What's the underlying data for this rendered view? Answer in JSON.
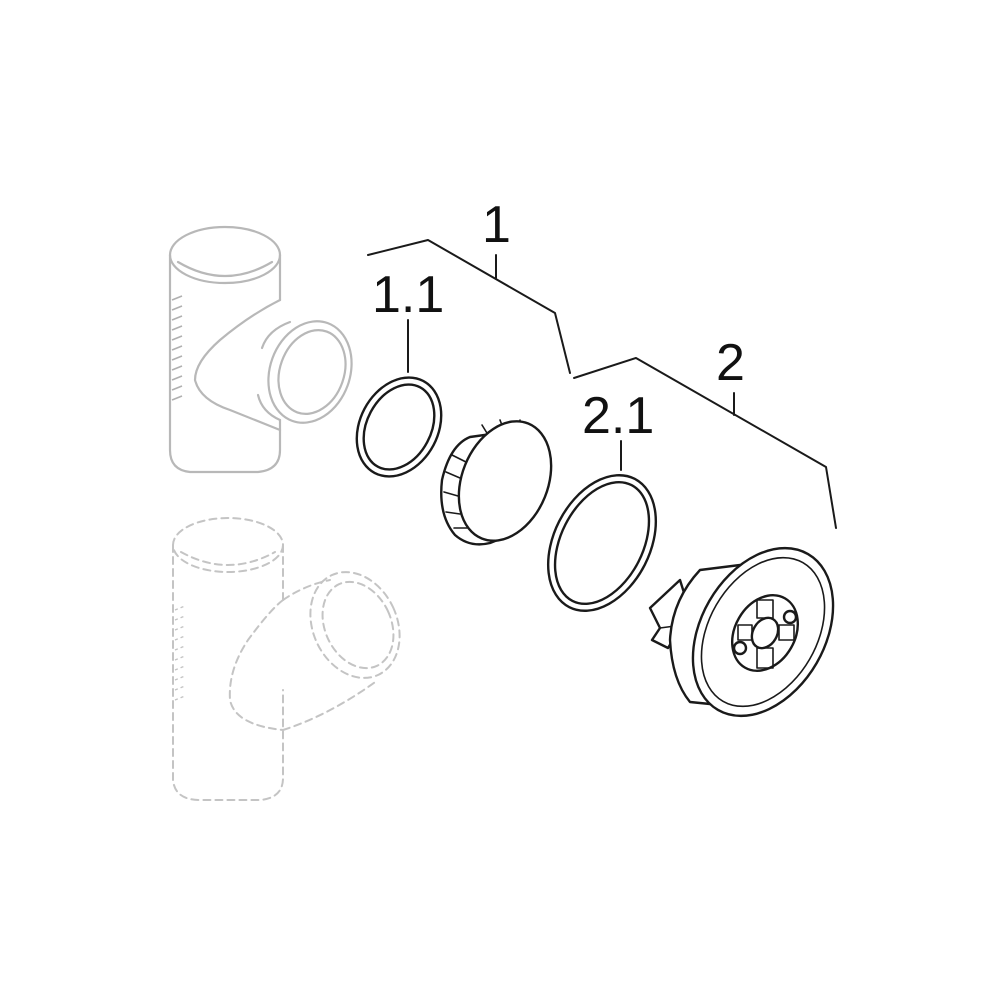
{
  "callouts": {
    "item_1": "1",
    "item_1_1": "1.1",
    "item_2": "2",
    "item_2_1": "2.1"
  }
}
